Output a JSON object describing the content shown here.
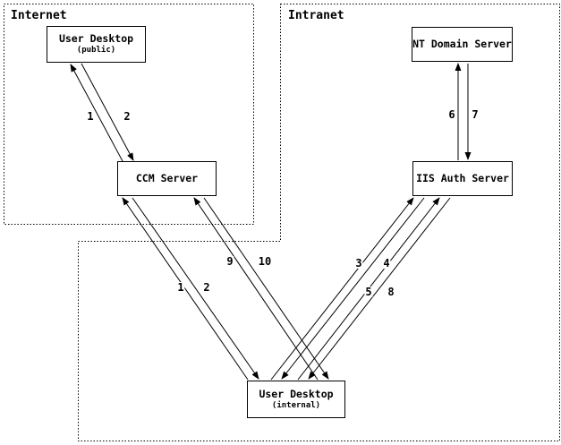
{
  "zones": {
    "internet": "Internet",
    "intranet": "Intranet"
  },
  "nodes": {
    "user_desktop_public": {
      "title": "User Desktop",
      "subtitle": "(public)"
    },
    "ccm_server": {
      "title": "CCM Server"
    },
    "nt_domain_server": {
      "title": "NT Domain Server"
    },
    "iis_auth_server": {
      "title": "IIS Auth Server"
    },
    "user_desktop_internal": {
      "title": "User Desktop",
      "subtitle": "(internal)"
    }
  },
  "edge_labels": {
    "public_to_ccm_1": "1",
    "ccm_to_public_2": "2",
    "internal_to_ccm_1": "1",
    "ccm_to_internal_2": "2",
    "internal_to_ccm_9": "9",
    "ccm_to_internal_10": "10",
    "internal_to_iis_3": "3",
    "iis_to_internal_4": "4",
    "internal_to_iis_5": "5",
    "iis_to_internal_8": "8",
    "iis_to_nt_6": "6",
    "nt_to_iis_7": "7"
  },
  "colors": {
    "ink": "#000000",
    "background": "#ffffff"
  }
}
